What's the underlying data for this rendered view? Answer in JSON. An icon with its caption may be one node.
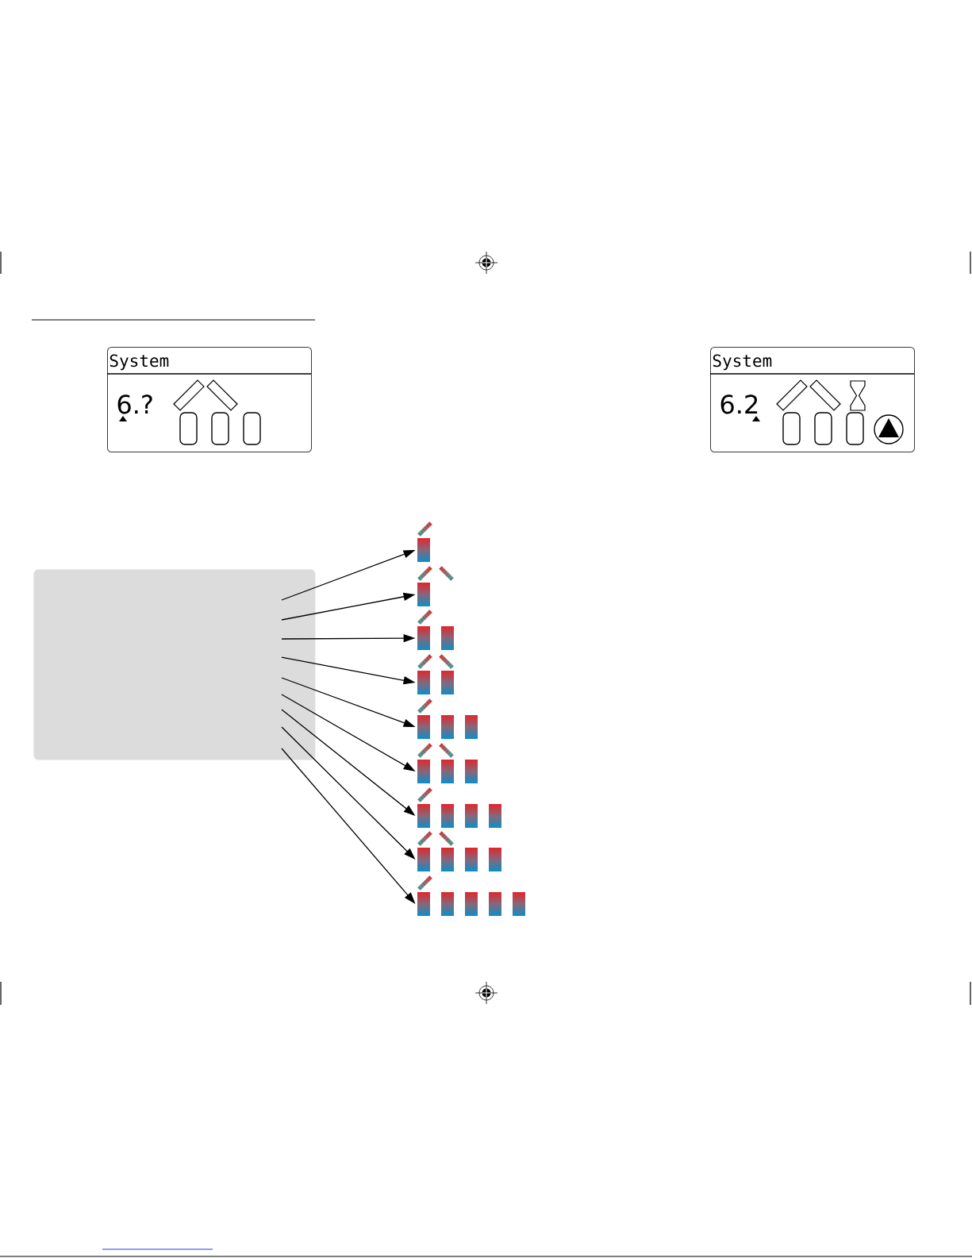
{
  "diagram": {
    "nodes": [
      {
        "text": [
          "System",
          "6.?"
        ]
      },
      {
        "text": [
          "System",
          "6.2"
        ]
      },
      {
        "text": [],
        "shape": "box"
      },
      {
        "text": [],
        "shape": "picture"
      },
      {
        "text": [],
        "shape": "picture"
      },
      {
        "text": [],
        "shape": "picture"
      },
      {
        "text": [],
        "shape": "picture"
      },
      {
        "text": [],
        "shape": "picture"
      },
      {
        "text": [],
        "shape": "picture"
      },
      {
        "text": [],
        "shape": "picture"
      },
      {
        "text": [],
        "shape": "picture"
      },
      {
        "text": [],
        "shape": "picture"
      }
    ],
    "edges": [
      {
        "from": 2,
        "to": 3,
        "arrow": "to"
      },
      {
        "from": 2,
        "to": 4,
        "arrow": "to"
      },
      {
        "from": 2,
        "to": 5,
        "arrow": "to"
      },
      {
        "from": 2,
        "to": 6,
        "arrow": "to"
      },
      {
        "from": 2,
        "to": 7,
        "arrow": "to"
      },
      {
        "from": 2,
        "to": 8,
        "arrow": "to"
      },
      {
        "from": 2,
        "to": 9,
        "arrow": "to"
      },
      {
        "from": 2,
        "to": 10,
        "arrow": "to"
      },
      {
        "from": 2,
        "to": 11,
        "arrow": "to"
      }
    ]
  }
}
